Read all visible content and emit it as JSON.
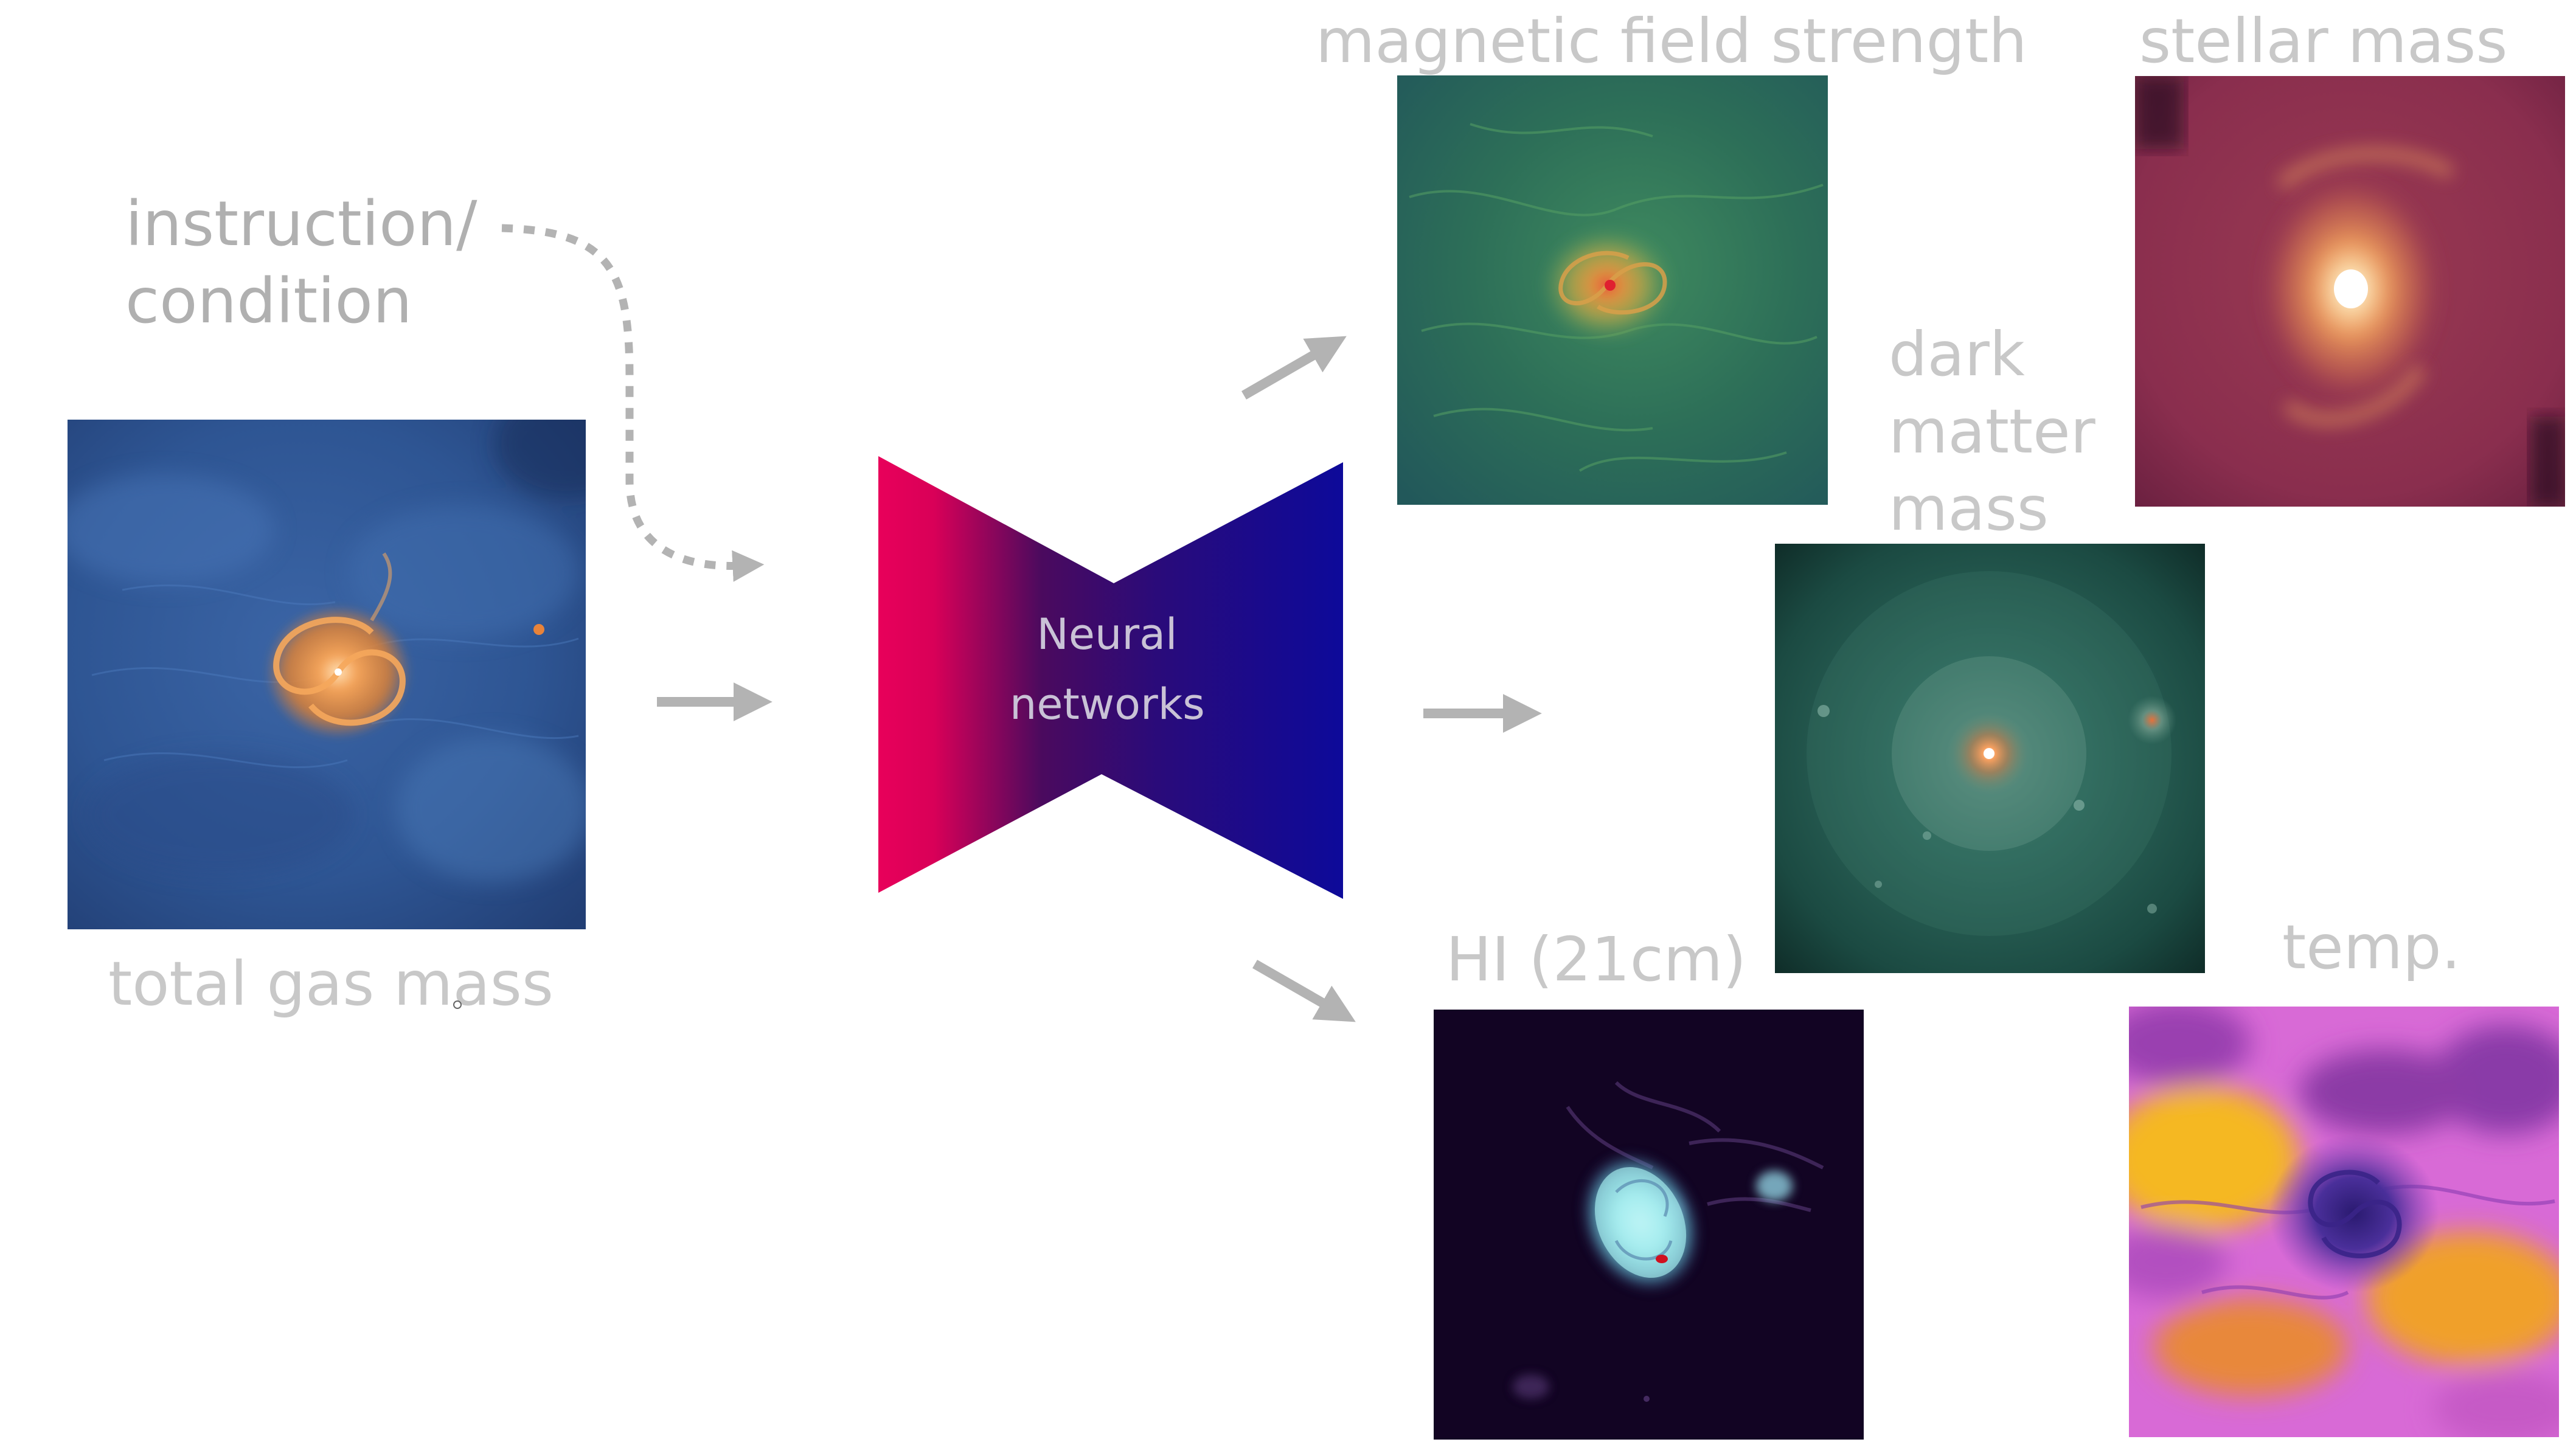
{
  "labels": {
    "input": "total gas mass",
    "condition_line1": "instruction/",
    "condition_line2": "condition",
    "network_line1": "Neural",
    "network_line2": "networks",
    "magnetic": "magnetic field strength",
    "stellar": "stellar mass",
    "dark_line1": "dark",
    "dark_line2": "matter",
    "dark_line3": "mass",
    "hi": "HI (21cm)",
    "temp": "temp."
  },
  "colors": {
    "label_text": "#c8c8c8",
    "condition_text": "#b0b0b0",
    "arrow": "#b3b3b3",
    "network_gradient_start": "#e8005a",
    "network_gradient_mid": "#4b0a6e",
    "network_gradient_end": "#0d0a9a",
    "gas_background": "#2f5596",
    "gas_galaxy": "#f09a48",
    "magnetic_background": "#2a6e56",
    "magnetic_core": "#d8a24a",
    "stellar_background": "#8a2e4e",
    "stellar_core": "#fff4d8",
    "dark_matter_background": "#1b4a42",
    "dark_matter_core": "#e86a2a",
    "hi_background": "#120423",
    "hi_galaxy": "#9fe8ec",
    "temp_background": "#e07ad8",
    "temp_hot": "#f5c000",
    "temp_cold": "#3a2890"
  },
  "icons": {
    "condition_arrow": "dashed-curved-arrow-icon",
    "flow_arrow": "right-arrow-icon"
  }
}
